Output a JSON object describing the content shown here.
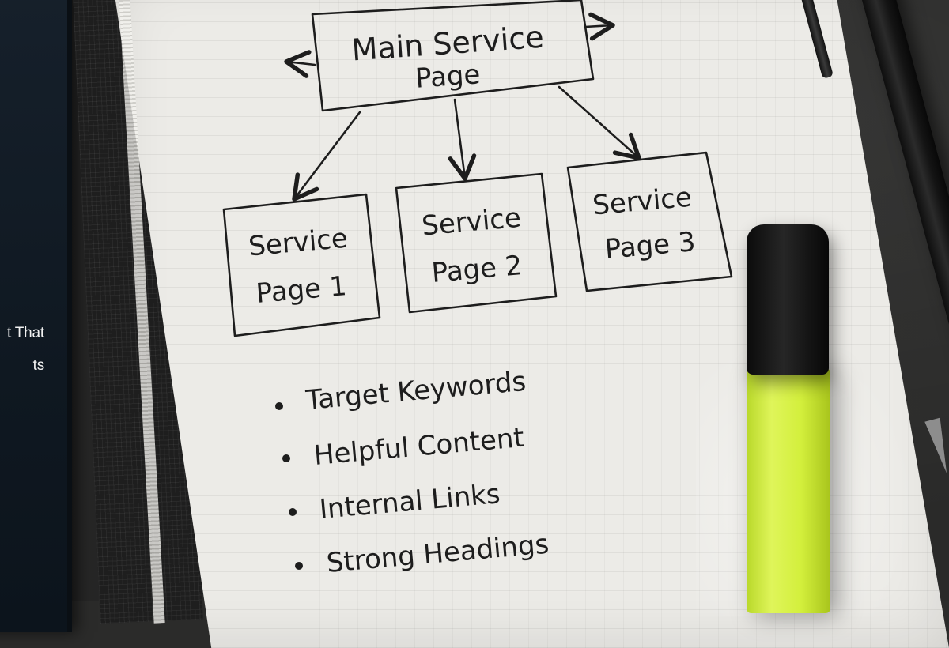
{
  "tablet": {
    "line1": "t That",
    "line2": "ts"
  },
  "diagram": {
    "main_box": {
      "line1": "Main Service",
      "line2": "Page"
    },
    "child_boxes": [
      {
        "line1": "Service",
        "line2": "Page 1"
      },
      {
        "line1": "Service",
        "line2": "Page 2"
      },
      {
        "line1": "Service",
        "line2": "Page 3"
      }
    ]
  },
  "checklist": [
    "Target Keywords",
    "Helpful Content",
    "Internal Links",
    "Strong Headings"
  ],
  "colors": {
    "paper": "#ecebe7",
    "ink": "#1d1d1d",
    "highlighter": "#d3ef3c",
    "tablet": "#0f1821"
  }
}
